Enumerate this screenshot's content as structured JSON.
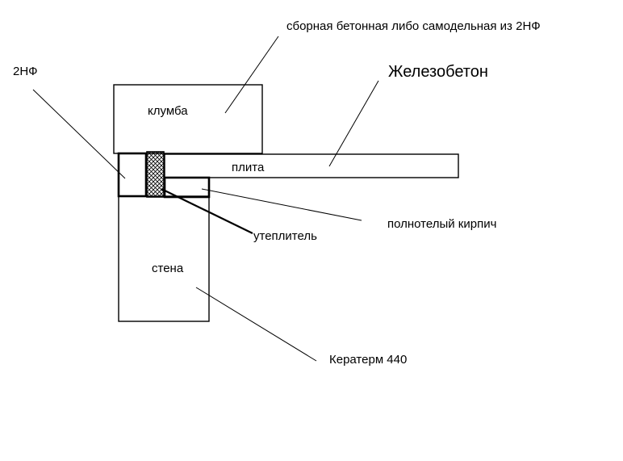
{
  "labels": {
    "top_note": "сборная бетонная либо самодельная из 2НФ",
    "brick_2nf": "2НФ",
    "rc": "Железобетон",
    "flowerbed": "клумба",
    "slab": "плита",
    "solid_brick": "полнотелый кирпич",
    "insulation": "утеплитель",
    "wall": "стена",
    "keraterm": "Кератерм 440"
  }
}
